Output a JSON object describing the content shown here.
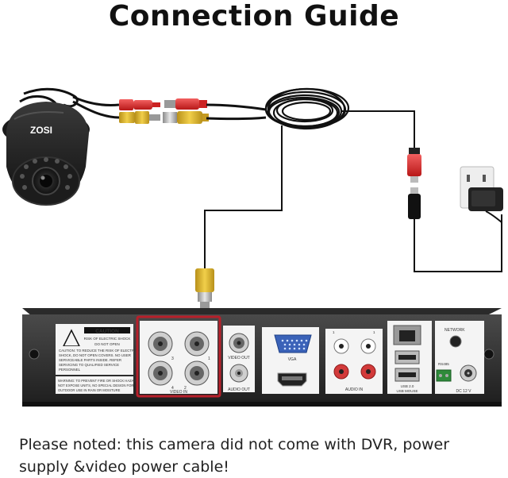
{
  "title": "Connection Guide",
  "camera": {
    "brand": "ZOSI"
  },
  "dvr": {
    "caution_title": "CAUTION",
    "caution_sub1": "RISK OF ELECTRIC SHOCK",
    "caution_sub2": "DO NOT OPEN",
    "caution_body": [
      "CAUTION: TO REDUCE THE RISK OF ELECTRICAL",
      "SHOCK, DO NOT OPEN COVERS. NO USER",
      "SERVICEABLE PARTS INSIDE. REFER",
      "SERVICING TO QUALIFIED SERVICE",
      "PERSONNEL"
    ],
    "warning_body": [
      "WARNING: TO PREVENT FIRE OR SHOCK HAZARD, DO",
      "NOT EXPOSE UNITS, NO SPECIAL DESIGN FOR",
      "OUTDOOR USE IN RAIN OR MOISTURE"
    ],
    "video_in": "VIDEO IN",
    "port_numbers": [
      "3",
      "1",
      "4",
      "2"
    ],
    "video_out": "VIDEO OUT",
    "audio_out": "AUDIO OUT",
    "vga": "VGA",
    "audio_in": "AUDIO IN",
    "audio_in_numbers": [
      "1",
      "2"
    ],
    "network": "NETWORK",
    "usb": "USB 2.0",
    "usb_mouse": "USB MOUSE",
    "rs485": "RS485",
    "dc": "DC 12 V"
  },
  "note": "Please noted: this camera did not come with DVR, power supply &video power cable!"
}
